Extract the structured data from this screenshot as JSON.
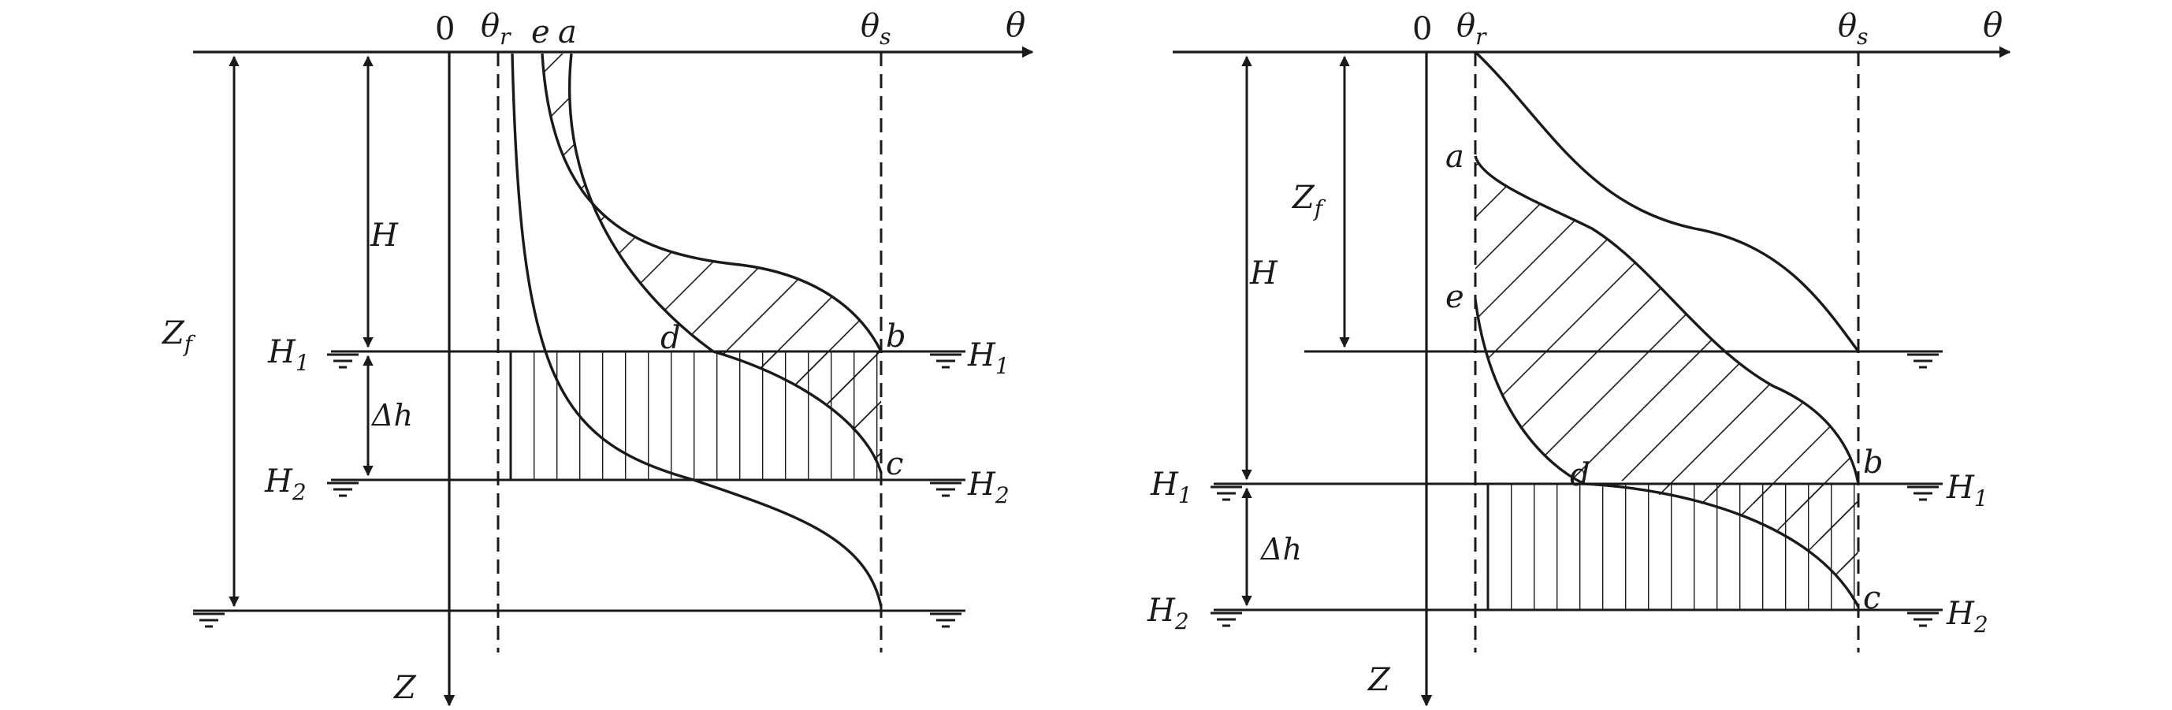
{
  "colors": {
    "ink": "#1a1a1a",
    "background": "#ffffff"
  },
  "left_panel": {
    "origin_label": "0",
    "theta_r": "θ",
    "theta_r_sub": "r",
    "theta_s": "θ",
    "theta_s_sub": "s",
    "theta_axis": "θ",
    "z_axis": "Z",
    "point_e": "e",
    "point_a": "a",
    "point_b": "b",
    "point_c": "c",
    "point_d": "d",
    "dim_H": "H",
    "dim_Zf": "Z",
    "dim_Zf_sub": "f",
    "dim_dh": "Δh",
    "H1": "H",
    "H1_sub": "1",
    "H2": "H",
    "H2_sub": "2"
  },
  "right_panel": {
    "origin_label": "0",
    "theta_r": "θ",
    "theta_r_sub": "r",
    "theta_s": "θ",
    "theta_s_sub": "s",
    "theta_axis": "θ",
    "z_axis": "Z",
    "point_a": "a",
    "point_e": "e",
    "point_b": "b",
    "point_c": "c",
    "point_d": "d",
    "dim_Zf": "Z",
    "dim_Zf_sub": "f",
    "dim_H": "H",
    "dim_dh": "Δh",
    "H1": "H",
    "H1_sub": "1",
    "H2": "H",
    "H2_sub": "2"
  }
}
